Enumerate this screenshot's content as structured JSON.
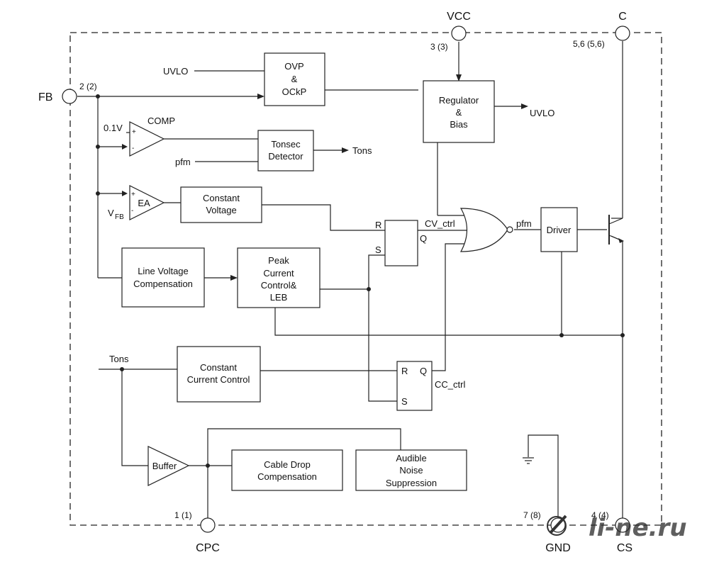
{
  "pins": {
    "vcc": {
      "name": "VCC",
      "num": "3 (3)"
    },
    "c": {
      "name": "C",
      "num": "5,6 (5,6)"
    },
    "fb": {
      "name": "FB",
      "num": "2 (2)"
    },
    "cpc": {
      "name": "CPC",
      "num": "1 (1)"
    },
    "gnd": {
      "name": "GND",
      "num": "7 (8)"
    },
    "cs": {
      "name": "CS",
      "num": "4 (4)"
    }
  },
  "blocks": {
    "ovp": [
      "OVP",
      "&",
      "OCkP"
    ],
    "regulator": [
      "Regulator",
      "&",
      "Bias"
    ],
    "tonsec": [
      "Tonsec",
      "Detector"
    ],
    "constant_voltage": [
      "Constant",
      "Voltage"
    ],
    "line_comp": [
      "Line Voltage",
      "Compensation"
    ],
    "peak": [
      "Peak",
      "Current",
      "Control&",
      "LEB"
    ],
    "driver": [
      "Driver"
    ],
    "cc": [
      "Constant",
      "Current Control"
    ],
    "cable": [
      "Cable Drop",
      "Compensation"
    ],
    "audible": [
      "Audible",
      "Noise",
      "Suppression"
    ],
    "buffer": "Buffer",
    "ea": "EA"
  },
  "labels": {
    "uvlo_in": "UVLO",
    "uvlo_out": "UVLO",
    "comp": "COMP",
    "v01": "0.1V",
    "pfm_in": "pfm",
    "pfm_out": "pfm",
    "tons_out": "Tons",
    "tons_in": "Tons",
    "vfb_main": "V",
    "vfb_sub": "FB",
    "cv_ctrl": "CV_ctrl",
    "cc_ctrl": "CC_ctrl",
    "ff1": {
      "r": "R",
      "s": "S",
      "q": "Q"
    },
    "ff2": {
      "r": "R",
      "s": "S",
      "q": "Q"
    },
    "plus": "+",
    "minus": "-"
  },
  "watermark": "li-ne.ru"
}
